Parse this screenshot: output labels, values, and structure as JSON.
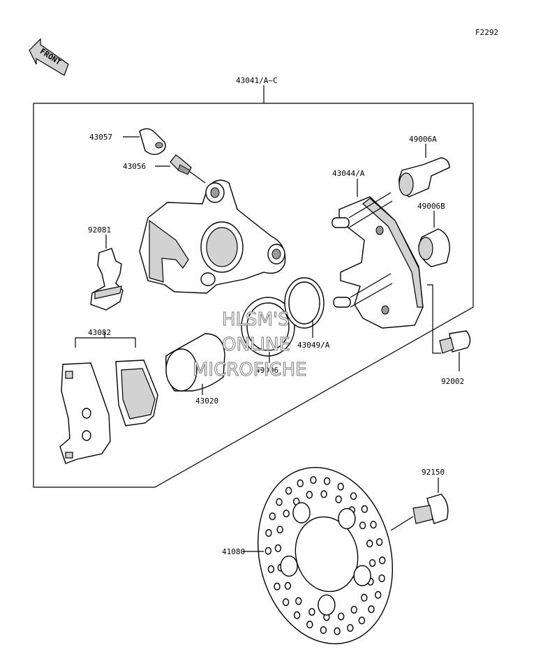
{
  "figure_code": "F2292",
  "front_label": "FRONT",
  "watermark": [
    "HLSM'S",
    "ONLINE",
    "MICROFICHE"
  ],
  "parts": {
    "caliper_assy": "43041/A~C",
    "p43057": "43057",
    "p43056": "43056",
    "p92081": "92081",
    "p43082": "43082",
    "p43020": "43020",
    "p49006": "49006",
    "p43049": "43049/A",
    "p43044": "43044/A",
    "p49006A": "49006A",
    "p49006B": "49006B",
    "p92002": "92002",
    "p92150": "92150",
    "p41080": "41080"
  }
}
